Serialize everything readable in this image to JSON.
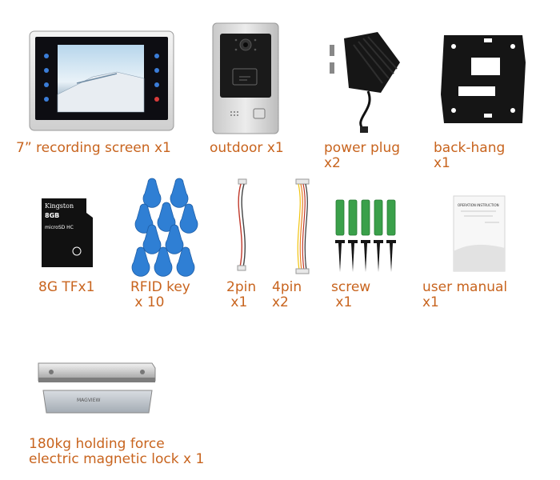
{
  "captions": {
    "monitor": "7” recording screen x1",
    "outdoor": "outdoor x1",
    "power_plug_1": "power plug",
    "power_plug_2": "x2",
    "back_hang_1": "back-hang",
    "back_hang_2": "x1",
    "tf_card": "8G TFx1",
    "rfid_1": "RFID key",
    "rfid_2": "x 10",
    "pin2_1": "2pin",
    "pin2_2": "x1",
    "pin4_1": "4pin",
    "pin4_2": "x2",
    "screw_1": "screw",
    "screw_2": "x1",
    "manual_1": "user manual",
    "manual_2": "x1",
    "lock_1": "180kg holding force",
    "lock_2": "electric magnetic lock x 1"
  },
  "sd_card": {
    "brand": "Kingston",
    "size": "8GB",
    "type": "microSD HC"
  },
  "manual": {
    "title": "OPERATION INSTRUCTION"
  },
  "lock": {
    "brand": "MAGVIEW"
  },
  "colors": {
    "caption": "#c8641e",
    "rfid_blue": "#2f7fd4",
    "anchor_green": "#3aa04a"
  }
}
